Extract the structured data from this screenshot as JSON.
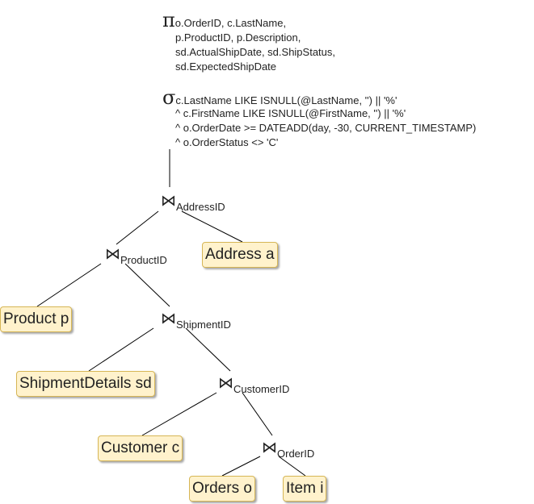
{
  "projection": {
    "symbol": "π",
    "lines": [
      "o.OrderID, c.LastName,",
      "p.ProductID, p.Description,",
      "sd.ActualShipDate, sd.ShipStatus,",
      "sd.ExpectedShipDate"
    ]
  },
  "selection": {
    "symbol": "σ",
    "lines": [
      "c.LastName LIKE ISNULL(@LastName, '') || '%'",
      "^ c.FirstName LIKE ISNULL(@FirstName, '') || '%'",
      "^ o.OrderDate >= DATEADD(day, -30, CURRENT_TIMESTAMP)",
      "^ o.OrderStatus <> 'C'"
    ]
  },
  "joins": {
    "symbol": "⋈",
    "address": "AddressID",
    "product": "ProductID",
    "shipment": "ShipmentID",
    "customer": "CustomerID",
    "order": "OrderID"
  },
  "tables": {
    "address": "Address a",
    "product": "Product p",
    "shipment_details": "ShipmentDetails sd",
    "customer": "Customer c",
    "orders": "Orders o",
    "item": "Item i"
  },
  "colors": {
    "table_fill": "#fff2cc",
    "table_border": "#d6b656",
    "edge": "#000000"
  }
}
